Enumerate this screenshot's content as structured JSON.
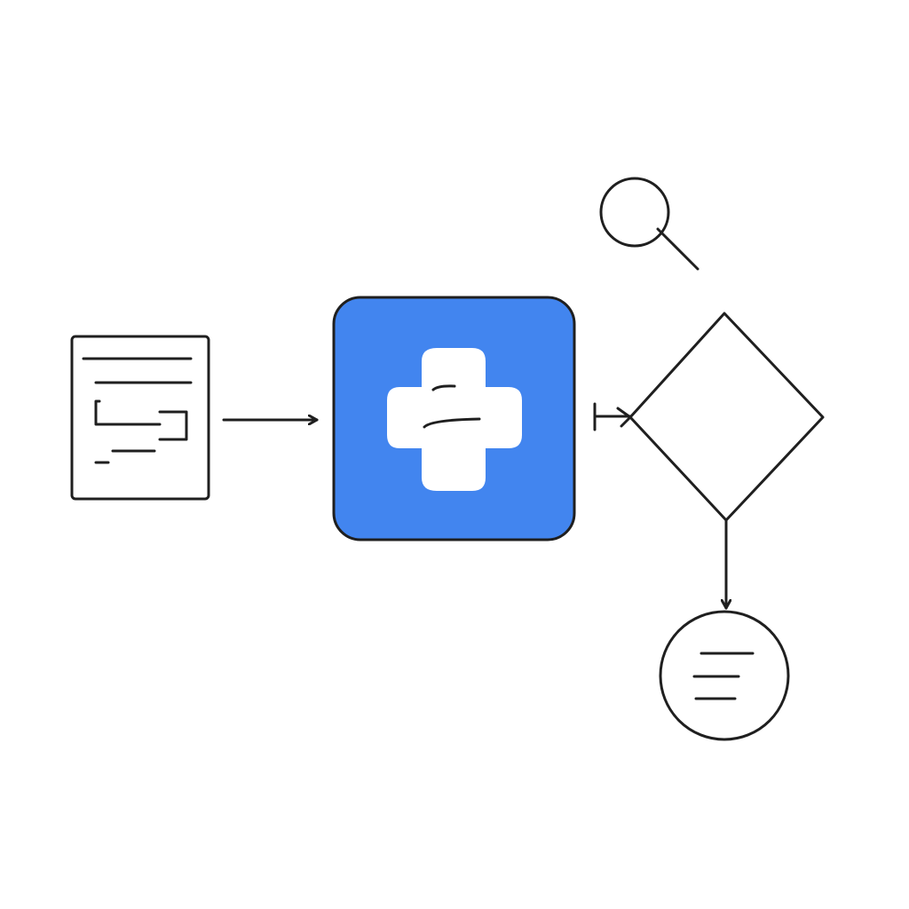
{
  "diagram": {
    "colors": {
      "background": "#ffffff",
      "stroke": "#1f1f1f",
      "accent": "#4285ef",
      "glyph": "#ffffff"
    },
    "nodes": [
      {
        "id": "input-document",
        "icon": "document-icon",
        "label": ""
      },
      {
        "id": "process-box",
        "icon": "puzzle-cross-icon",
        "label": ""
      },
      {
        "id": "search",
        "icon": "magnifier-icon",
        "label": ""
      },
      {
        "id": "decision",
        "icon": "diamond",
        "label": ""
      },
      {
        "id": "output",
        "icon": "list-circle-icon",
        "label": ""
      }
    ],
    "edges": [
      {
        "from": "input-document",
        "to": "process-box",
        "style": "arrow"
      },
      {
        "from": "decision",
        "to": "process-box",
        "style": "bar-end"
      },
      {
        "from": "decision",
        "to": "output",
        "style": "arrow"
      }
    ]
  }
}
